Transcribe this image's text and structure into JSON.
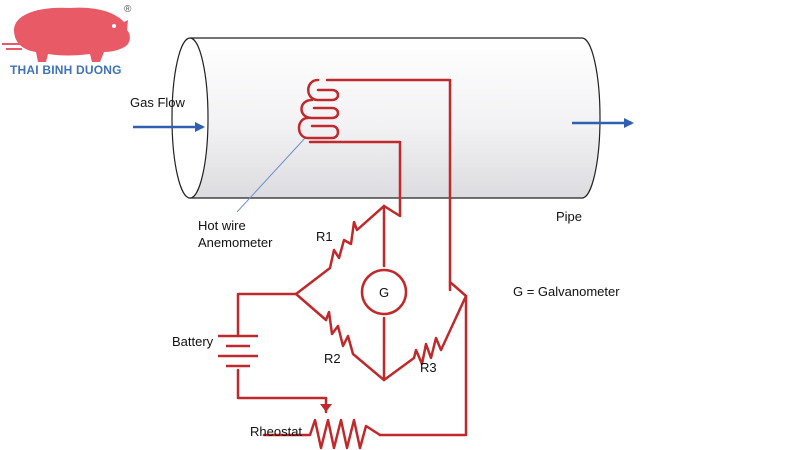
{
  "logo": {
    "text": "THAI BINH DUONG",
    "registered": "®",
    "primary_color": "#e85a66",
    "text_color": "#3f72b8"
  },
  "labels": {
    "gas_flow": "Gas Flow",
    "pipe": "Pipe",
    "hot_wire_line1": "Hot wire",
    "hot_wire_line2": "Anemometer",
    "r1": "R1",
    "r2": "R2",
    "r3": "R3",
    "galvanometer_symbol": "G",
    "galvanometer_legend": "G = Galvanometer",
    "battery": "Battery",
    "rheostat": "Rheostat"
  },
  "colors": {
    "wire": "#c0292b",
    "arrow": "#2f5fb0",
    "pipe_outline": "#222222"
  }
}
